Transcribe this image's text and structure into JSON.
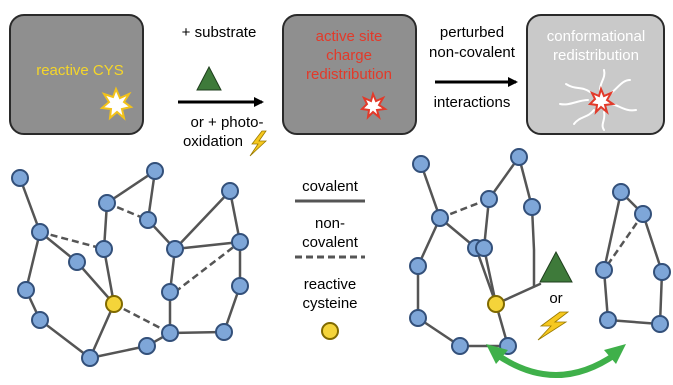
{
  "colors": {
    "box_fill": "#8f8f8f",
    "box_fill_light": "#c9c9c9",
    "box_stroke": "#2a2a2a",
    "node_blue": "#7ea6d8",
    "node_stroke": "#33507a",
    "cysteine_yellow": "#f4d43a",
    "bond": "#555555",
    "reactive_text": "#f5d629",
    "active_text": "#e23a2a",
    "triangle_green": "#3e7a3a",
    "arrow_green": "#3fb04a",
    "bolt_yellow": "#f6c81f"
  },
  "boxes": [
    {
      "id": "reactive",
      "lines": [
        "reactive CYS"
      ]
    },
    {
      "id": "active",
      "lines": [
        "active site",
        "charge",
        "redistribution"
      ]
    },
    {
      "id": "conformational",
      "lines": [
        "conformational",
        "redistribution"
      ]
    }
  ],
  "arrows": [
    {
      "id": "arrow1",
      "above": [
        "+ substrate"
      ],
      "below": [
        "or + photo-",
        "oxidation"
      ]
    },
    {
      "id": "arrow2",
      "above": [
        "perturbed",
        "non-covalent"
      ],
      "below": [
        "interactions"
      ]
    }
  ],
  "legend": {
    "covalent": "covalent",
    "noncovalent": [
      "non-",
      "covalent"
    ],
    "cysteine": [
      "reactive",
      "cysteine"
    ]
  },
  "right_network": {
    "or_label": "or"
  },
  "icons": [
    "starburst-icon",
    "lightning-bolt-icon",
    "substrate-triangle-icon",
    "curved-double-arrow-icon"
  ]
}
